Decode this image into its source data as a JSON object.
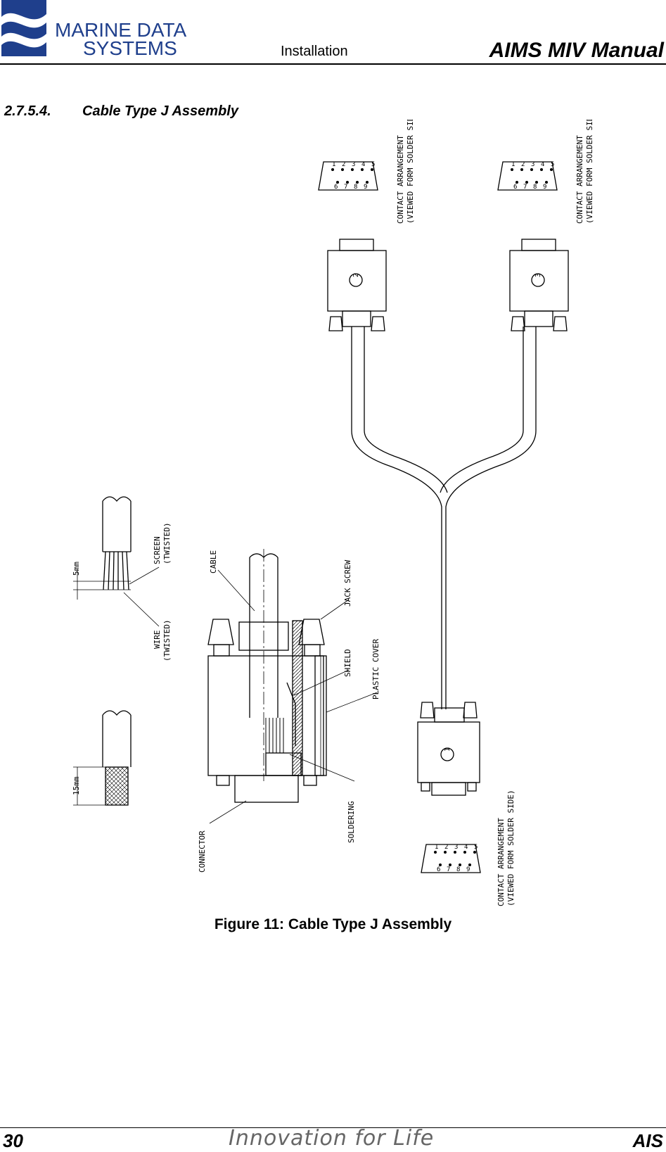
{
  "header": {
    "logo_line1": "MARINE DATA",
    "logo_line2": "SYSTEMS",
    "section": "Installation",
    "manual_title": "AIMS MIV Manual"
  },
  "section": {
    "number": "2.7.5.4.",
    "title": "Cable Type J Assembly"
  },
  "drawing": {
    "contact_label_1": "CONTACT ARRANGEMENT",
    "contact_label_2": "(VIEWED FORM SOLDER SIDE)",
    "pins_top_row": [
      "1",
      "2",
      "3",
      "4",
      "5"
    ],
    "pins_bottom_row": [
      "6",
      "7",
      "8",
      "9"
    ],
    "connector_numbers": [
      "1",
      "2",
      "3"
    ],
    "labels": {
      "screen": "SCREEN",
      "screen_sub": "(TWISTED)",
      "wire": "WIRE",
      "wire_sub": "(TWISTED)",
      "dim_5mm": "5mm",
      "dim_15mm": "15mm",
      "cable": "CABLE",
      "jack_screw": "JACK SCREW",
      "shield": "SHIELD",
      "plastic_cover": "PLASTIC COVER",
      "soldering": "SOLDERING",
      "connector": "CONNECTOR"
    }
  },
  "caption": "Figure 11:  Cable Type J Assembly",
  "footer": {
    "page_number": "30",
    "tagline": "Innovation for Life",
    "product": "AIS"
  },
  "colors": {
    "logo_blue": "#1f3f8c",
    "line": "#000000"
  }
}
